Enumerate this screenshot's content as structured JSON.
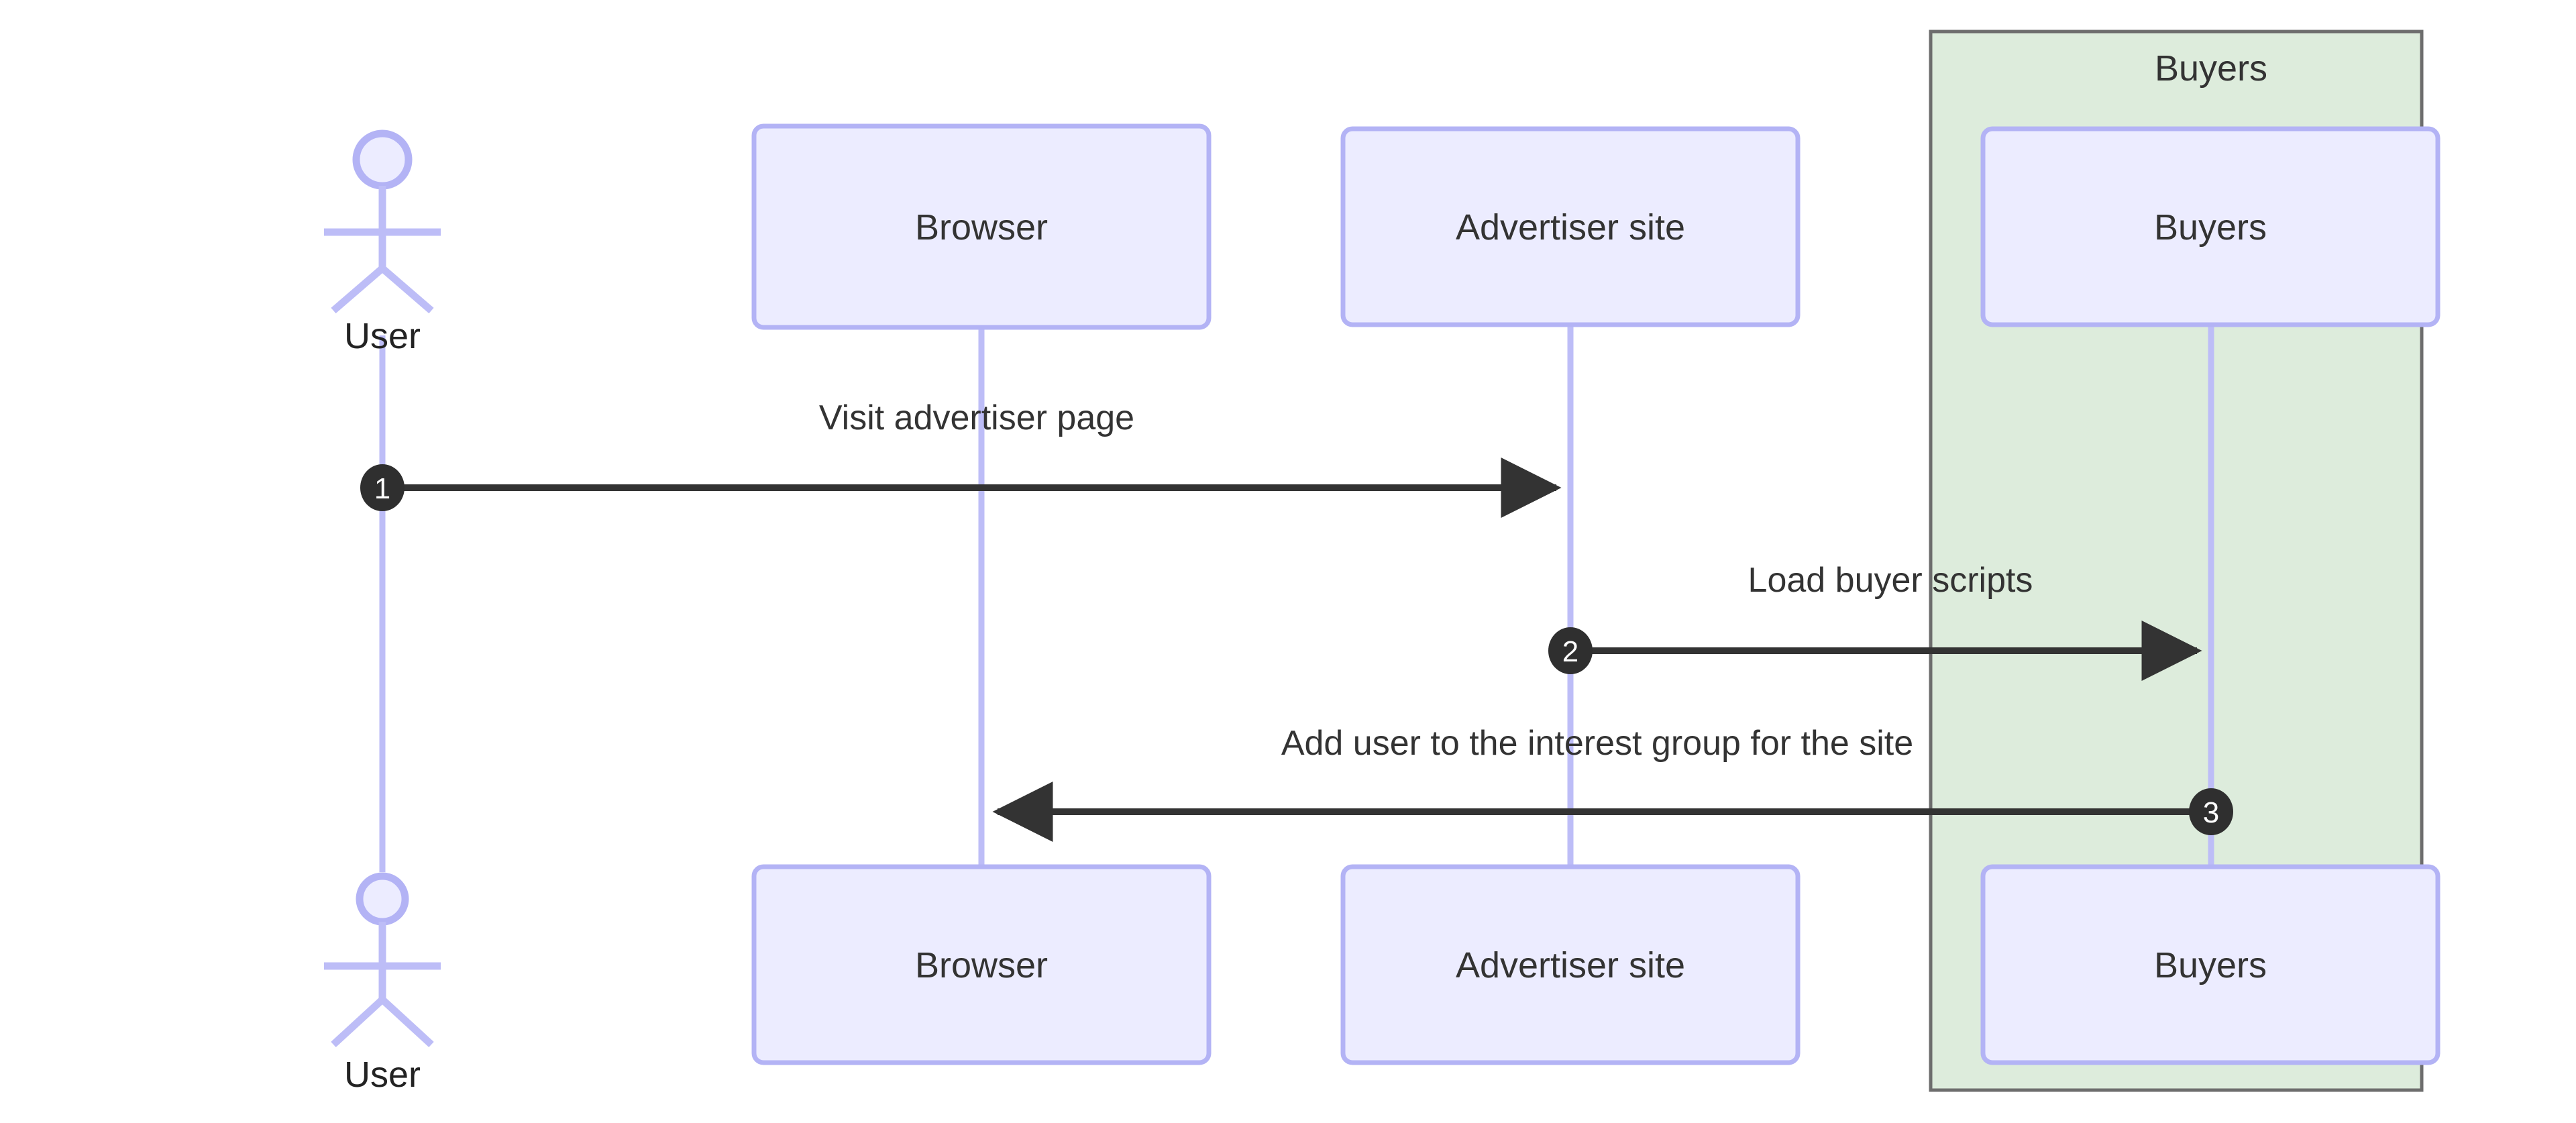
{
  "diagram": {
    "type": "sequence-diagram",
    "background_color": "#ffffff",
    "colors": {
      "participant_fill": "#ECECFF",
      "participant_border": "#B3B3F5",
      "lifeline": "#BDBDF7",
      "group_fill": "#DDECDC",
      "group_border": "#6D6D6D",
      "message_line": "#333333",
      "sequence_badge_fill": "#2F2F2F",
      "sequence_badge_text": "#ffffff",
      "text": "#333333"
    },
    "actors": [
      {
        "id": "user",
        "name": "User",
        "kind": "actor",
        "top_label": "User",
        "bottom_label": "User"
      }
    ],
    "participants": [
      {
        "id": "browser",
        "name": "Browser",
        "kind": "participant",
        "top_label": "Browser",
        "bottom_label": "Browser",
        "group": null
      },
      {
        "id": "advertiser",
        "name": "Advertiser site",
        "kind": "participant",
        "top_label": "Advertiser site",
        "bottom_label": "Advertiser site",
        "group": "buyers-group"
      },
      {
        "id": "buyers",
        "name": "Buyers",
        "kind": "participant",
        "top_label": "Buyers",
        "bottom_label": "Buyers",
        "group": "buyers-group"
      }
    ],
    "groups": [
      {
        "id": "buyers-group",
        "label": "Buyers",
        "fill": "#DDECDC",
        "border": "#6D6D6D"
      }
    ],
    "messages": [
      {
        "number": "1",
        "label": "Visit advertiser page",
        "from": "User",
        "to": "Advertiser site",
        "direction": "right",
        "style": "solid-arrow"
      },
      {
        "number": "2",
        "label": "Load buyer scripts",
        "from": "Advertiser site",
        "to": "Buyers",
        "direction": "right",
        "style": "solid-arrow"
      },
      {
        "number": "3",
        "label": "Add user to the interest group for the site",
        "from": "Buyers",
        "to": "Browser",
        "direction": "left",
        "style": "solid-arrow"
      }
    ]
  }
}
